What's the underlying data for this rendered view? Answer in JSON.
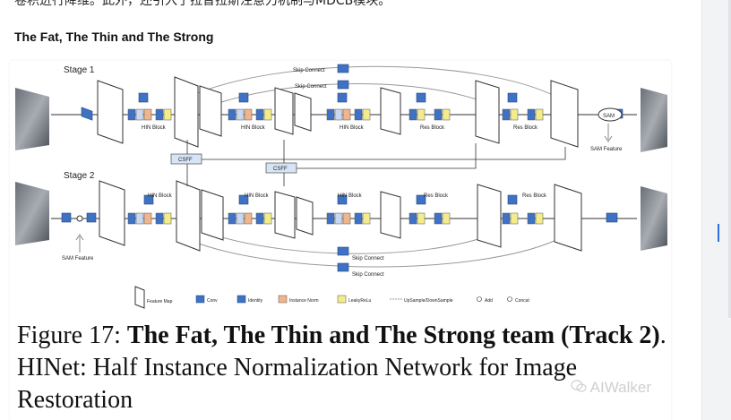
{
  "article": {
    "top_text": "卷积进行降维。此外，还引入了拉普拉斯注意力机制与MDCB模块。",
    "heading": "The Fat, The Thin and The Strong"
  },
  "figure": {
    "stage1_label": "Stage 1",
    "stage2_label": "Stage 2",
    "skip_connect": "Skip Connect",
    "hin_block": "HIN Block",
    "res_block": "Res Block",
    "csff": "CSFF",
    "sam": "SAM",
    "sam_feature": "SAM Feature",
    "legend": {
      "feature_map": "Feature Map",
      "conv": "Conv",
      "identity": "Identity",
      "instance_norm": "Instance Norm",
      "leaky_relu": "LeakyReLu",
      "up_down": "UpSample/DownSample",
      "add": "Add",
      "concat": "Concat"
    },
    "colors": {
      "conv": "#3f72c4",
      "identity": "#c9d8ee",
      "instance_norm": "#f2b48c",
      "leaky_relu": "#f2ec8c"
    },
    "caption": {
      "prefix": "Figure 17: ",
      "bold": "The Fat, The Thin and The Strong team (Track 2)",
      "rest": ". HINet: Half Instance Normalization Network for Image Restoration"
    },
    "watermark": "AIWalker"
  }
}
